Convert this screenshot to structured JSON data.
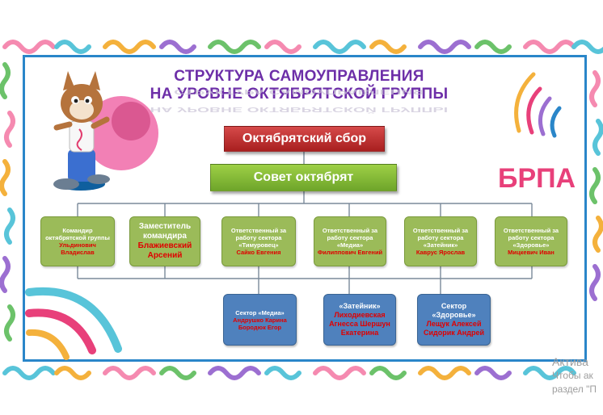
{
  "title": {
    "line1": "СТРУКТУРА САМОУПРАВЛЕНИЯ",
    "line2": "НА УРОВНЕ ОКТЯБРЯТСКОЙ ГРУППЫ"
  },
  "logo_text": "БРПА",
  "level1": "Октябрятский сбор",
  "level2": "Совет октябрят",
  "roles": [
    {
      "label": "Командир октябрятской группы",
      "name": "Ульдинович Владислав"
    },
    {
      "label": "Заместитель командира",
      "name": "Блажиевский Арсений"
    },
    {
      "label": "Ответственный за работу сектора «Тимуровец»",
      "name": "Сайко Евгения"
    },
    {
      "label": "Ответственный за работу сектора «Медиа»",
      "name": "Филиппович Евгений"
    },
    {
      "label": "Ответственный за работу сектора «Затейник»",
      "name": "Каврус Ярослав"
    },
    {
      "label": "Ответственный за работу сектора «Здоровье»",
      "name": "Мицкевич Иван"
    }
  ],
  "sectors": [
    {
      "label": "Сектор «Медиа»",
      "name": "Андрушко Карина Бородюк Егор"
    },
    {
      "label": "«Затейник»",
      "name": "Лиходиевская Агнесса Шершун Екатерина"
    },
    {
      "label": "Сектор «Здоровье»",
      "name": "Лещук Алексей Сидорик Андрей"
    }
  ],
  "watermark": {
    "line1": "Актива",
    "line2": "Чтобы ак",
    "line3": "раздел \"П"
  },
  "colors": {
    "title": "#6d2fa8",
    "frame": "#2a86c9",
    "level1": "#c0302f",
    "level2": "#7cb531",
    "role_box": "#9bbb59",
    "sector_box": "#4f81bd",
    "name_text": "#e00000"
  }
}
